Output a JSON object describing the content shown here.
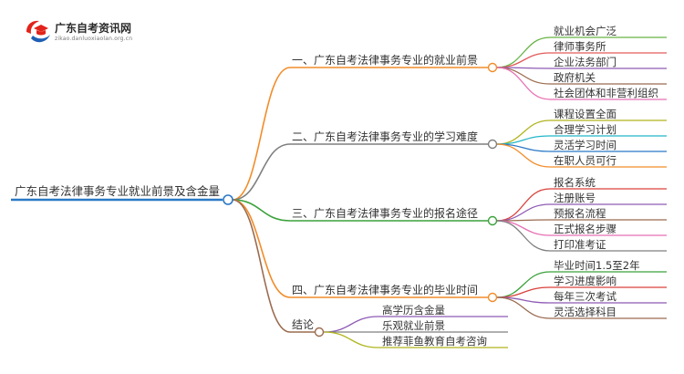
{
  "logo": {
    "title": "广东自考资讯网",
    "subtitle": "zikao.danluoxiaolan.org.cn",
    "colors": {
      "red": "#e2231a",
      "blue": "#1f5fb4"
    }
  },
  "root": {
    "label": "广东自考法律事务专业就业前景及含金量",
    "color": "#2b78c6"
  },
  "branches": [
    {
      "label": "一、广东自考法律事务专业的就业前景",
      "color": "#f28c28",
      "children": [
        {
          "label": "就业机会广泛",
          "color": "#67b443"
        },
        {
          "label": "律师事务所",
          "color": "#e35a5a"
        },
        {
          "label": "企业法务部门",
          "color": "#8e5bb5"
        },
        {
          "label": "政府机关",
          "color": "#9b6b4f"
        },
        {
          "label": "社会团体和非营利组织",
          "color": "#e86fb4"
        }
      ]
    },
    {
      "label": "二、广东自考法律事务专业的学习难度",
      "color": "#7f7f7f",
      "children": [
        {
          "label": "课程设置全面",
          "color": "#b0b51e"
        },
        {
          "label": "合理学习计划",
          "color": "#23b6c8"
        },
        {
          "label": "灵活学习时间",
          "color": "#2b78c6"
        },
        {
          "label": "在职人员可行",
          "color": "#f28c28"
        }
      ]
    },
    {
      "label": "三、广东自考法律事务专业的报名途径",
      "color": "#3aa13a",
      "children": [
        {
          "label": "报名系统",
          "color": "#d9403b"
        },
        {
          "label": "注册账号",
          "color": "#8e5bb5"
        },
        {
          "label": "预报名流程",
          "color": "#9b6b4f"
        },
        {
          "label": "正式报名步骤",
          "color": "#e86fb4"
        },
        {
          "label": "打印准考证",
          "color": "#7f7f7f"
        }
      ]
    },
    {
      "label": "四、广东自考法律事务专业的毕业时间",
      "color": "#f28c28",
      "children": [
        {
          "label": "毕业时间1.5至2年",
          "color": "#3aa13a"
        },
        {
          "label": "学习进度影响",
          "color": "#d9403b"
        },
        {
          "label": "每年三次考试",
          "color": "#8e5bb5"
        },
        {
          "label": "灵活选择科目",
          "color": "#9b6b4f"
        }
      ]
    },
    {
      "label": "结论",
      "color": "#9b6b4f",
      "children": [
        {
          "label": "高学历含金量",
          "color": "#8e5bb5"
        },
        {
          "label": "乐观就业前景",
          "color": "#7f7f7f"
        },
        {
          "label": "推荐菲鱼教育自考咨询",
          "color": "#b0b51e"
        }
      ]
    }
  ]
}
